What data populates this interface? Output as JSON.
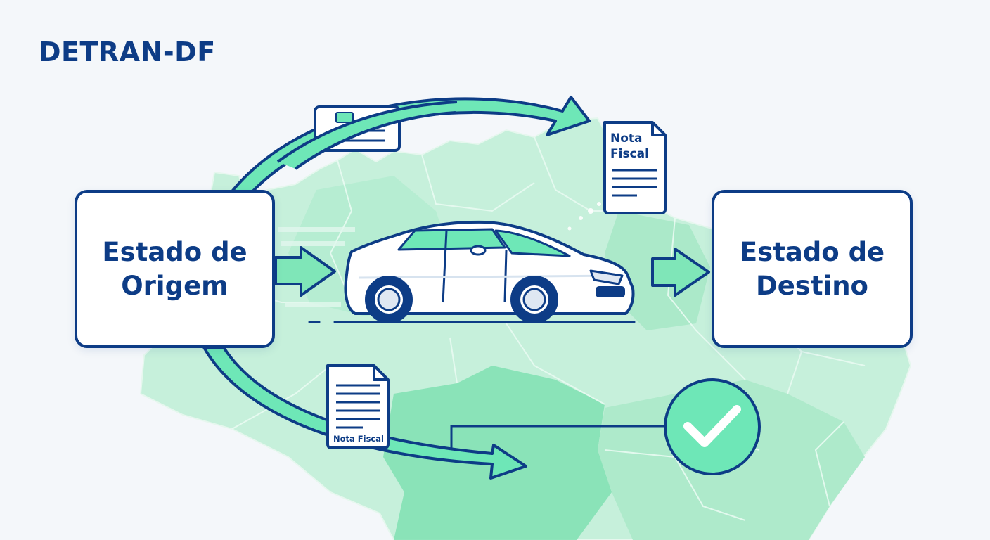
{
  "brand": "DETRAN-DF",
  "origin_box": {
    "line1": "Estado de",
    "line2": "Origem"
  },
  "destination_box": {
    "line1": "Estado de",
    "line2": "Destino"
  },
  "documents": [
    {
      "id": "top-doc",
      "line1": "Nota",
      "line2": "Fiscal"
    },
    {
      "id": "bottom-doc",
      "label": "Nota Fiscal"
    }
  ],
  "icons": [
    "car-icon",
    "document-icon",
    "checkmark-icon",
    "arrow-icon",
    "brazil-map"
  ],
  "colors": {
    "navy": "#0d3c86",
    "mint": "#6ee7b7",
    "map": "#bfefd6",
    "background": "#f4f7fa"
  }
}
